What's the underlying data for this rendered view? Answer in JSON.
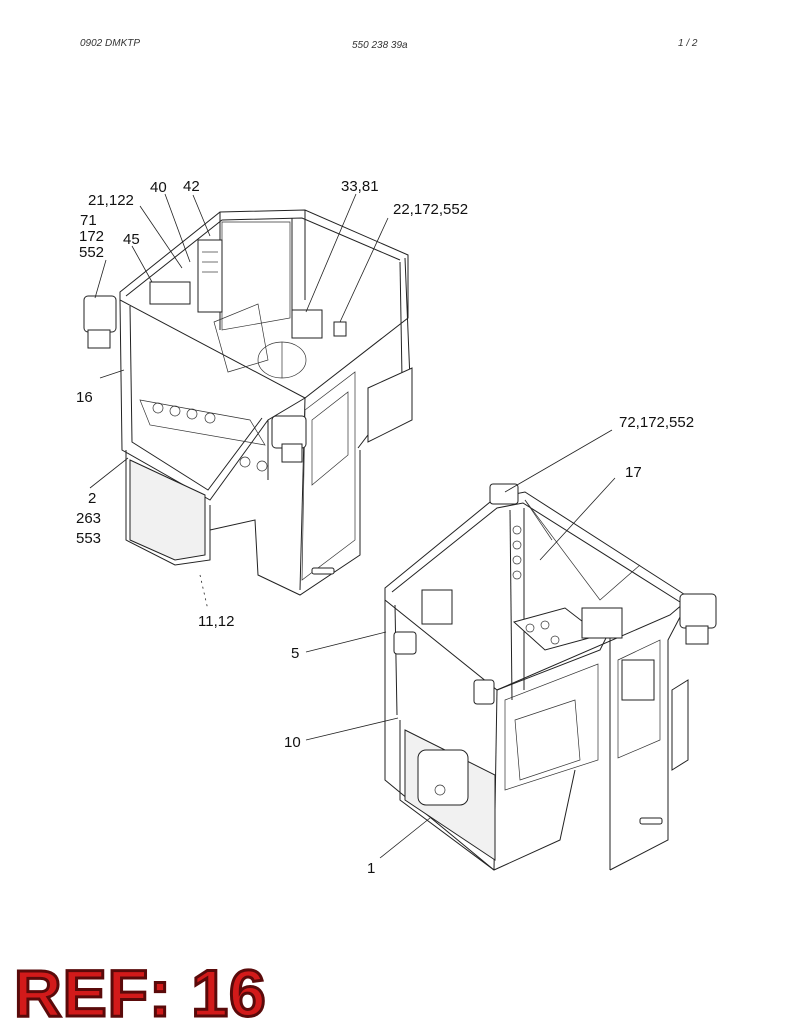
{
  "header": {
    "left": "0902 DMKTP",
    "center": "550 238 39a",
    "right": "1 /   2"
  },
  "callouts": {
    "c_40": "40",
    "c_42": "42",
    "c_21_122": "21,122",
    "c_71": "71",
    "c_172": "172",
    "c_552": "552",
    "c_45": "45",
    "c_33_81": "33,81",
    "c_22_172_552": "22,172,552",
    "c_16": "16",
    "c_2": "2",
    "c_263": "263",
    "c_553": "553",
    "c_11_12": "11,12",
    "c_72_172_552": "72,172,552",
    "c_17": "17",
    "c_5": "5",
    "c_10": "10",
    "c_1": "1"
  },
  "ref_label": "REF: 16",
  "colors": {
    "ref_fill": "#d21a1a",
    "ref_outline": "#5a0a0a",
    "line": "#222222"
  }
}
